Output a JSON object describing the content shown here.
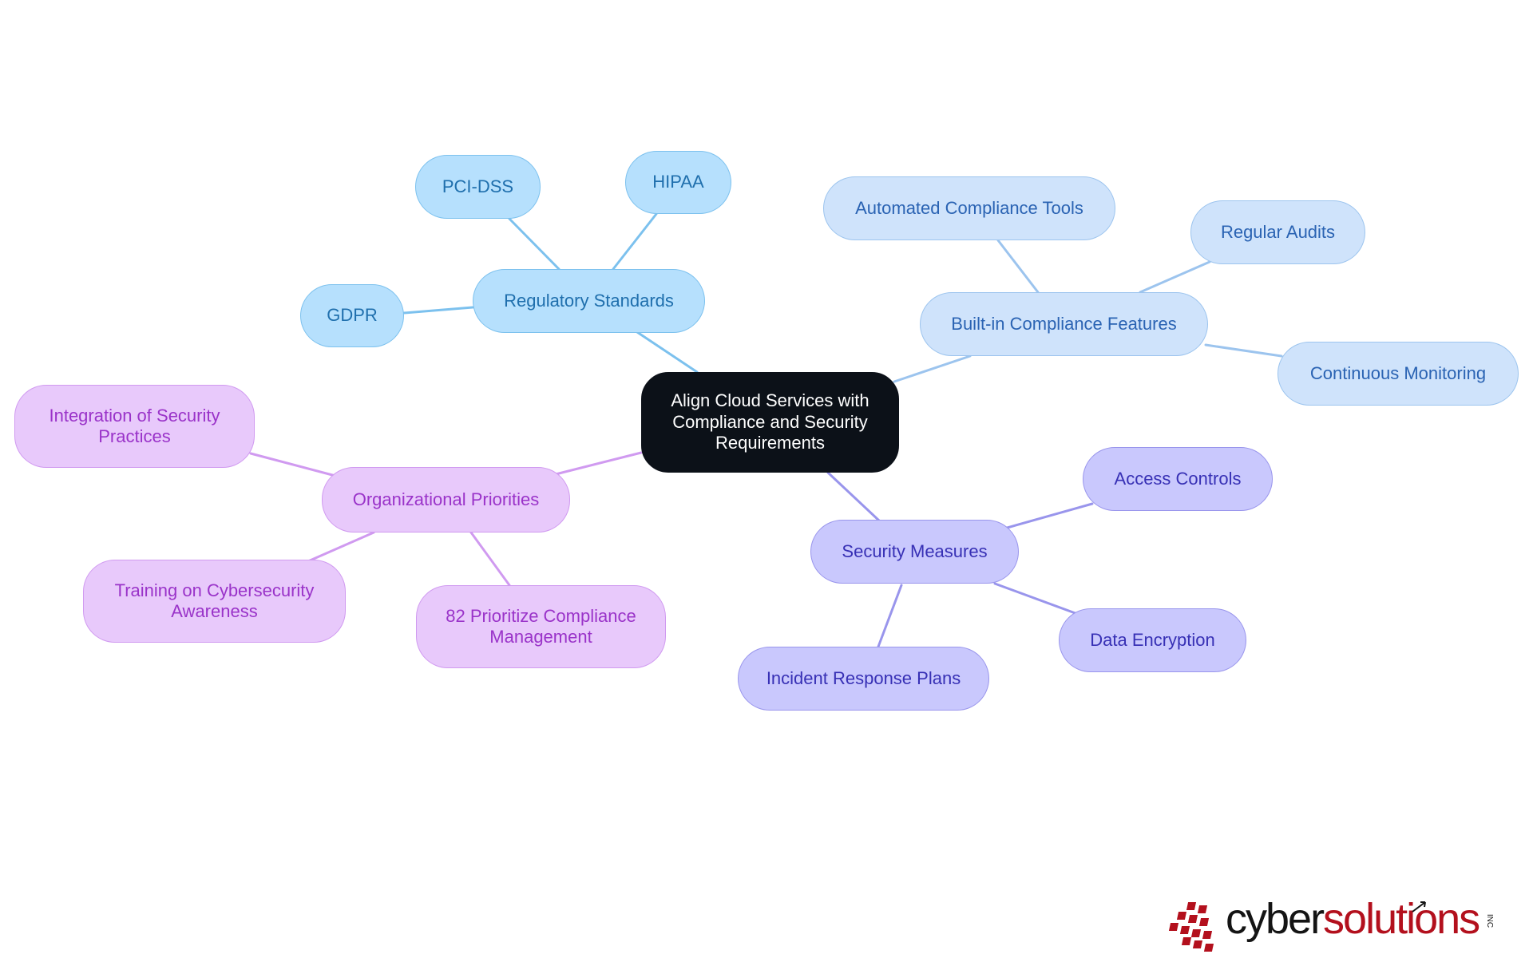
{
  "central": {
    "line1": "Align Cloud Services with",
    "line2": "Compliance and Security",
    "line3": "Requirements"
  },
  "branches": {
    "regulatory": {
      "label": "Regulatory Standards",
      "color": "#7cc1ee",
      "children": {
        "pci": "PCI-DSS",
        "hipaa": "HIPAA",
        "gdpr": "GDPR"
      }
    },
    "builtin": {
      "label": "Built-in Compliance Features",
      "color": "#9cc4ee",
      "children": {
        "automated": "Automated Compliance Tools",
        "audits": "Regular Audits",
        "monitoring": "Continuous Monitoring"
      }
    },
    "security": {
      "label": "Security Measures",
      "color": "#9995ec",
      "children": {
        "access": "Access Controls",
        "encryption": "Data Encryption",
        "incident": "Incident Response Plans"
      }
    },
    "organizational": {
      "label": "Organizational Priorities",
      "color": "#d09af0",
      "children": {
        "integration": {
          "line1": "Integration of Security",
          "line2": "Practices"
        },
        "training": {
          "line1": "Training on Cybersecurity",
          "line2": "Awareness"
        },
        "prioritize": {
          "line1": "82 Prioritize Compliance",
          "line2": "Management"
        }
      }
    }
  },
  "logo": {
    "word1": "cyber",
    "word2": "solutions",
    "suffix": "INC",
    "brand_color": "#b3101d"
  }
}
